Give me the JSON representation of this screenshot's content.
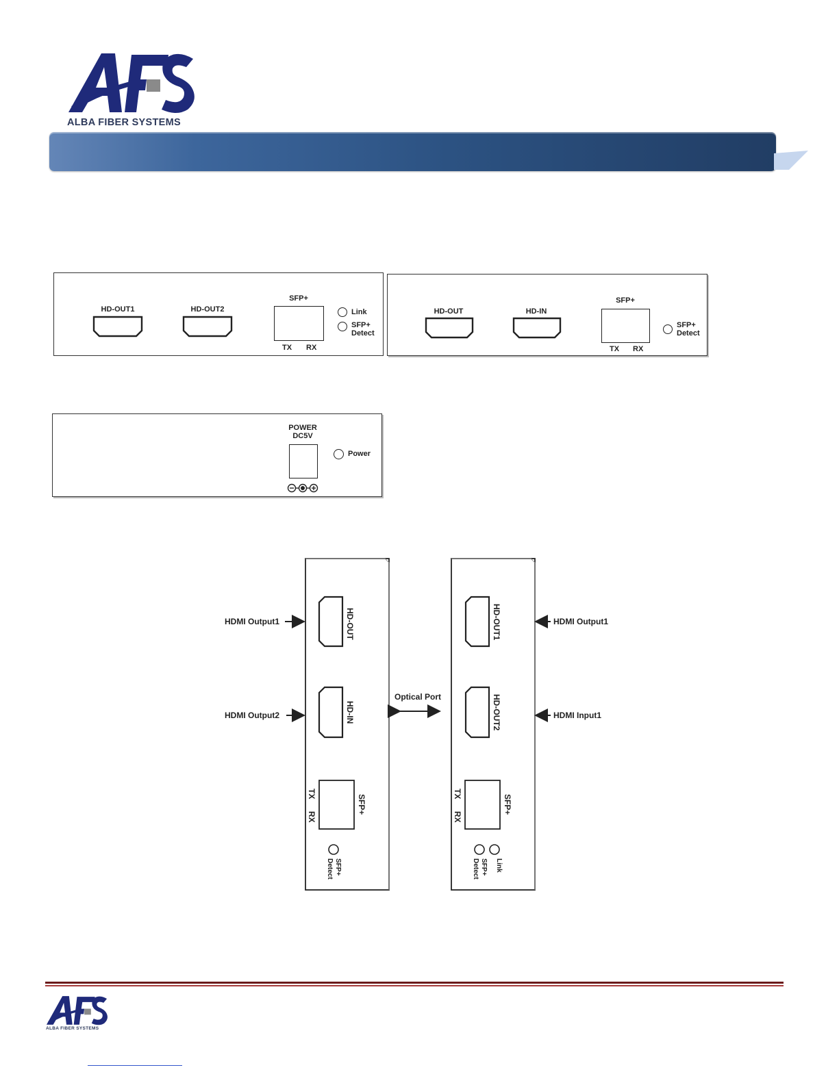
{
  "brand": {
    "logo_text": "AFS",
    "company_name": "ALBA FIBER SYSTEMS",
    "colors": {
      "logo_blue": "#1f2a7a",
      "logo_gray": "#8a8a8a",
      "header_bar": "#2c5282",
      "footer_rule": "#6b1a1a"
    }
  },
  "panels": {
    "transmitter_front": {
      "ports": [
        "HD-OUT1",
        "HD-OUT2"
      ],
      "sfp_label": "SFP+",
      "tx": "TX",
      "rx": "RX",
      "leds": [
        "Link",
        "SFP+",
        "Detect"
      ]
    },
    "receiver_front": {
      "ports": [
        "HD-OUT",
        "HD-IN"
      ],
      "sfp_label": "SFP+",
      "tx": "TX",
      "rx": "RX",
      "leds": [
        "SFP+",
        "Detect"
      ]
    },
    "power_panel": {
      "power_label_1": "POWER",
      "power_label_2": "DC5V",
      "led": "Power",
      "polarity": "⊖-◐-⊕"
    }
  },
  "diagram": {
    "left_device": {
      "ports": [
        "HD-OUT",
        "HD-IN"
      ],
      "sfp_label": "SFP+",
      "tx": "TX",
      "rx": "RX",
      "led_1": "SFP+",
      "led_2": "Detect"
    },
    "right_device": {
      "ports": [
        "HD-OUT1",
        "HD-OUT2"
      ],
      "sfp_label": "SFP+",
      "tx": "TX",
      "rx": "RX",
      "led_link": "Link",
      "led_1": "SFP+",
      "led_2": "Detect"
    },
    "left_labels": [
      "HDMI Output1",
      "HDMI Output2"
    ],
    "right_labels": [
      "HDMI Output1",
      "HDMI Input1"
    ],
    "middle_label": "Optical Port"
  }
}
